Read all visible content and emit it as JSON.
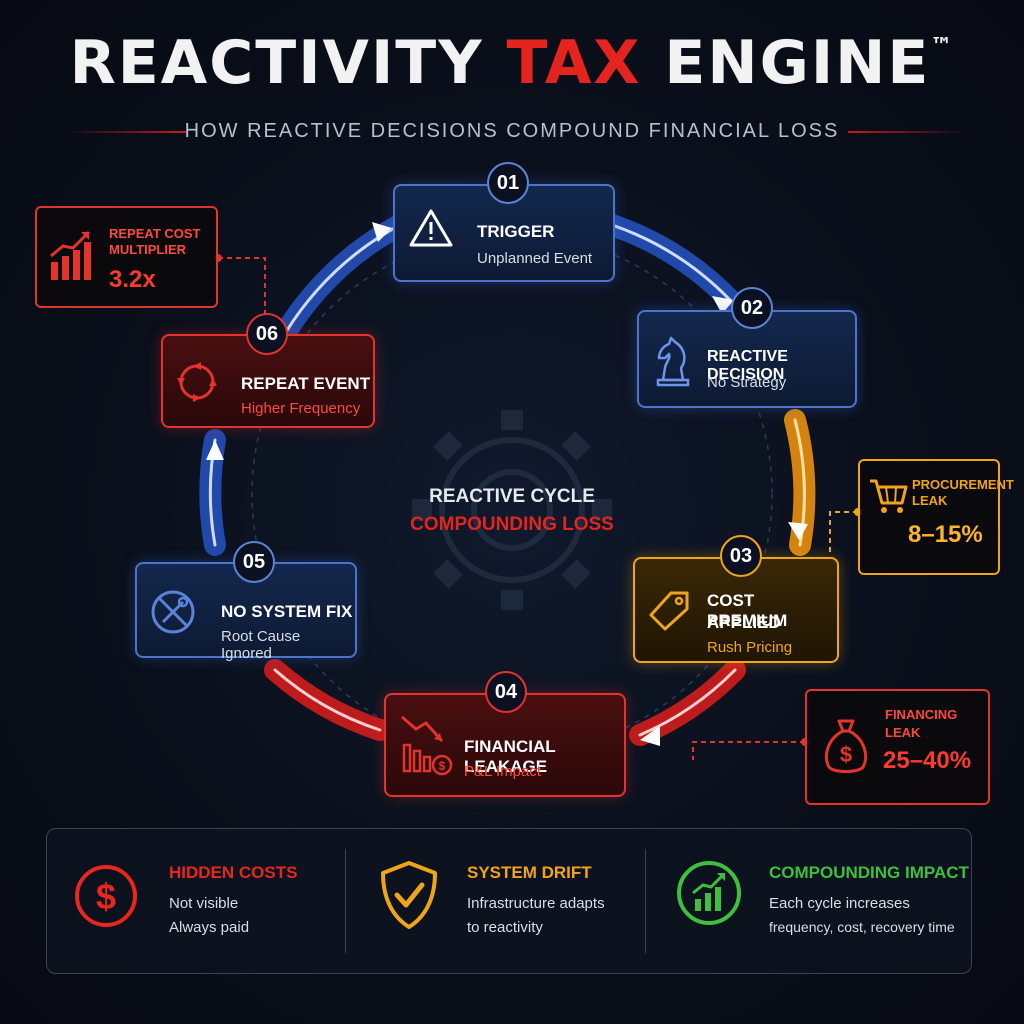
{
  "header": {
    "title_part1": "REACTIVITY ",
    "title_part2": "TAX",
    "title_part3": " ENGINE",
    "trademark": "™",
    "subtitle": "HOW REACTIVE DECISIONS COMPOUND FINANCIAL LOSS"
  },
  "center": {
    "line1": "REACTIVE CYCLE",
    "line2": "COMPOUNDING LOSS"
  },
  "steps": [
    {
      "num": "01",
      "title": "TRIGGER",
      "subtitle": "Unplanned Event",
      "icon": "warning-icon",
      "color": "#4d74c8"
    },
    {
      "num": "02",
      "title": "REACTIVE DECISION",
      "subtitle": "No Strategy",
      "icon": "chess-knight-icon",
      "color": "#4d74c8"
    },
    {
      "num": "03",
      "title": "COST PREMIUM",
      "title2": "APPLIED",
      "subtitle": "Rush Pricing",
      "icon": "price-tag-icon",
      "color": "#f0a419"
    },
    {
      "num": "04",
      "title": "FINANCIAL LEAKAGE",
      "subtitle": "P&L  Impact",
      "icon": "declining-chart-icon",
      "color": "#e0342c"
    },
    {
      "num": "05",
      "title": "NO SYSTEM FIX",
      "subtitle": "Root Cause Ignored",
      "icon": "no-tools-icon",
      "color": "#4d74c8"
    },
    {
      "num": "06",
      "title": "REPEAT EVENT",
      "subtitle": "Higher Frequency",
      "icon": "cycle-arrows-icon",
      "color": "#e0342c"
    }
  ],
  "callouts": {
    "repeat_cost": {
      "line1": "REPEAT COST",
      "line2": "MULTIPLIER",
      "value": "3.2x",
      "icon": "rising-bar-chart-icon",
      "color": "#e0342c"
    },
    "procurement": {
      "line1": "PROCUREMENT",
      "line2": "LEAK",
      "value": "8–15%",
      "icon": "shopping-cart-icon",
      "color": "#f0a419"
    },
    "financing": {
      "line1": "FINANCING",
      "line2": "LEAK",
      "value": "25–40%",
      "icon": "money-bag-icon",
      "color": "#e0342c"
    }
  },
  "summary": [
    {
      "title": "HIDDEN COSTS",
      "line1": "Not visible",
      "line2": "Always paid",
      "icon": "dollar-circle-icon",
      "color": "#e8261f"
    },
    {
      "title": "SYSTEM DRIFT",
      "line1": "Infrastructure adapts",
      "line2": "to reactivity",
      "icon": "shield-check-icon",
      "color": "#f0a419"
    },
    {
      "title": "COMPOUNDING IMPACT",
      "line1": "Each cycle increases",
      "line2": "frequency, cost, recovery time",
      "icon": "growth-chart-icon",
      "color": "#3fbf3f"
    }
  ]
}
